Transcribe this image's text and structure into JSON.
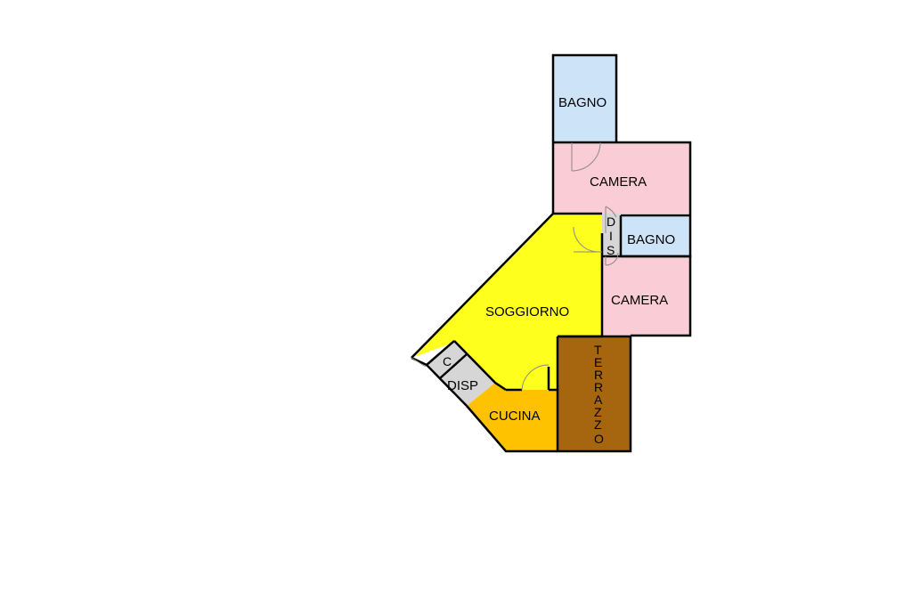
{
  "colors": {
    "bagno": "#cde4f8",
    "camera": "#f9ccd6",
    "soggiorno": "#ffff1e",
    "cucina": "#ffc200",
    "terrazzo": "#a6650f",
    "service": "#d6d6d6",
    "wall": "#000000"
  },
  "rooms": {
    "bagno_top": "BAGNO",
    "camera_top": "CAMERA",
    "dis": [
      "D",
      "I",
      "S"
    ],
    "bagno_small": "BAGNO",
    "camera_right": "CAMERA",
    "soggiorno": "SOGGIORNO",
    "c": "C",
    "disp": "DISP",
    "cucina": "CUCINA",
    "terrazzo": [
      "T",
      "E",
      "R",
      "R",
      "A",
      "Z",
      "Z",
      "O"
    ]
  }
}
